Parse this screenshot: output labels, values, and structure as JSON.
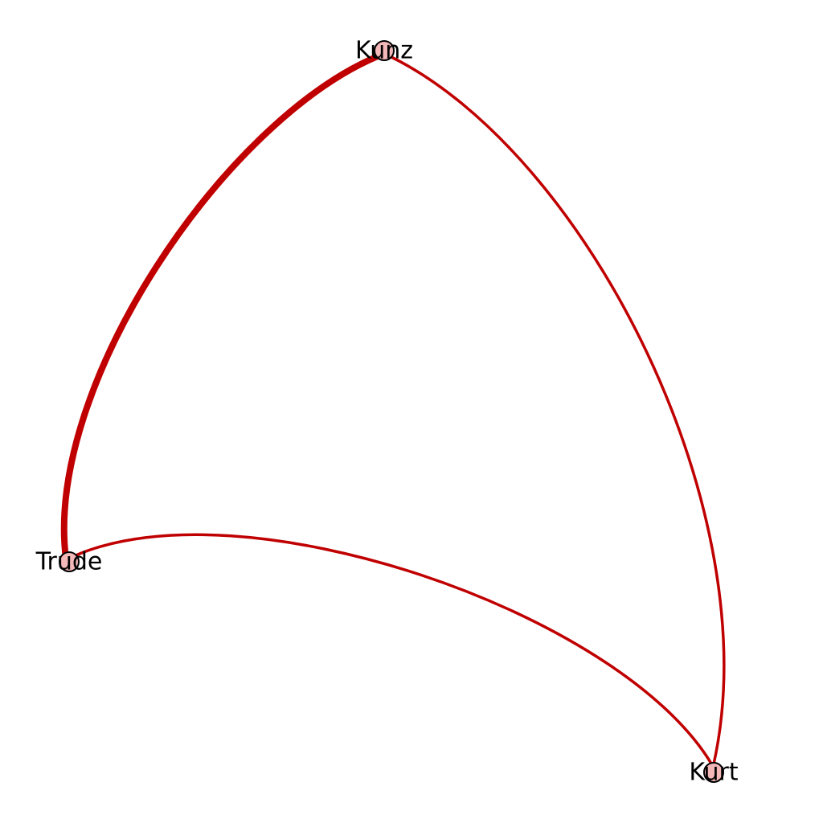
{
  "graph": {
    "edge_color": "#c00000",
    "node_color": "#f4b8b8",
    "node_outline_color": "#000000",
    "nodes": [
      {
        "id": "kunz",
        "label": "Kunz"
      },
      {
        "id": "trude",
        "label": "Trude"
      },
      {
        "id": "kurt",
        "label": "Kurt"
      }
    ],
    "edges": [
      {
        "source": "kunz",
        "target": "trude",
        "weight": "heavy"
      },
      {
        "source": "kunz",
        "target": "kurt",
        "weight": "normal"
      },
      {
        "source": "trude",
        "target": "kurt",
        "weight": "normal"
      }
    ]
  }
}
